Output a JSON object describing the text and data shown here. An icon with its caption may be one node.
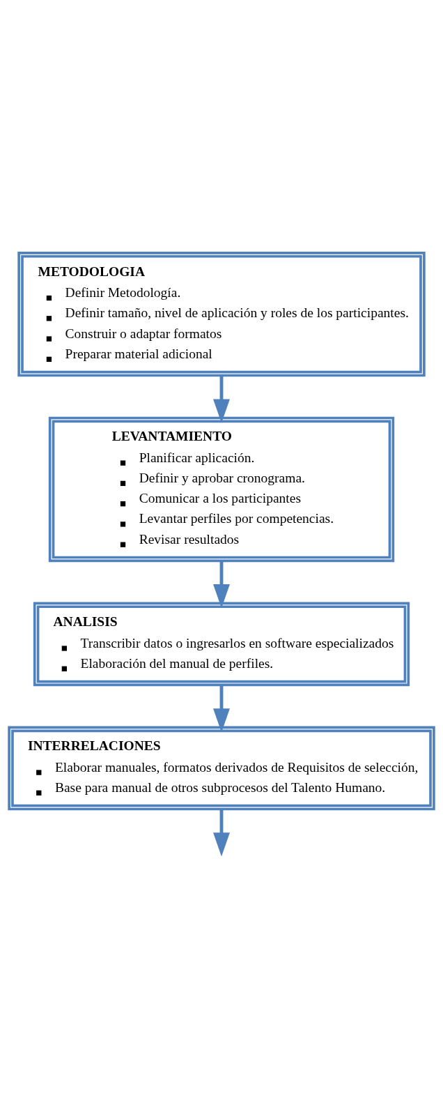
{
  "diagram": {
    "nodes": [
      {
        "text": [
          "METODOLOGIA",
          "Definir Metodología.",
          "Definir tamaño, nivel de aplicación y roles de los participantes.",
          "Construir o adaptar formatos",
          "Preparar material adicional"
        ]
      },
      {
        "text": [
          "LEVANTAMIENTO",
          "Planificar aplicación.",
          "Definir y aprobar cronograma.",
          "Comunicar a los participantes",
          "Levantar perfiles por competencias.",
          "Revisar resultados"
        ]
      },
      {
        "text": [
          "ANALISIS",
          "Transcribir datos o ingresarlos en software especializados",
          "Elaboración del manual de perfiles."
        ]
      },
      {
        "text": [
          "INTERRELACIONES",
          "Elaborar manuales, formatos derivados de Requisitos de selección,",
          "Base para manual de otros subprocesos del Talento Humano."
        ]
      }
    ],
    "edges": [
      {
        "from": 0,
        "to": 1,
        "arrow": "to"
      },
      {
        "from": 1,
        "to": 2,
        "arrow": "to"
      },
      {
        "from": 2,
        "to": 3,
        "arrow": "to"
      },
      {
        "from": 3,
        "to": null,
        "arrow": "to"
      }
    ]
  }
}
